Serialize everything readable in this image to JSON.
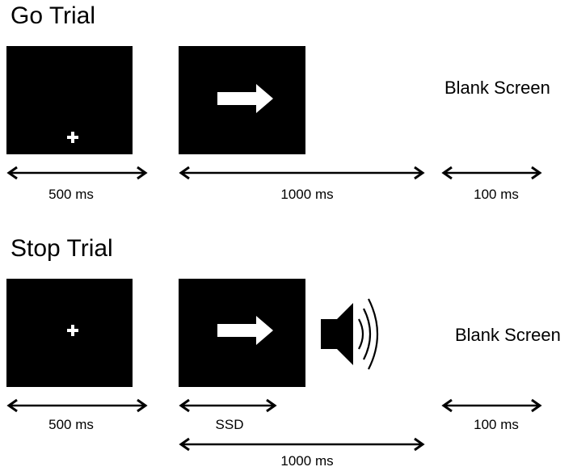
{
  "go_trial": {
    "title": "Go Trial",
    "blank_label": "Blank Screen",
    "durations": {
      "fixation": "500 ms",
      "stimulus": "1000 ms",
      "blank": "100 ms"
    }
  },
  "stop_trial": {
    "title": "Stop Trial",
    "blank_label": "Blank Screen",
    "durations": {
      "fixation": "500 ms",
      "ssd": "SSD",
      "stimulus": "1000 ms",
      "blank": "100 ms"
    }
  },
  "icons": [
    "fixation-cross-icon",
    "right-arrow-icon",
    "speaker-icon"
  ],
  "colors": {
    "screen": "#000000",
    "stimulus": "#ffffff",
    "background": "#ffffff"
  }
}
